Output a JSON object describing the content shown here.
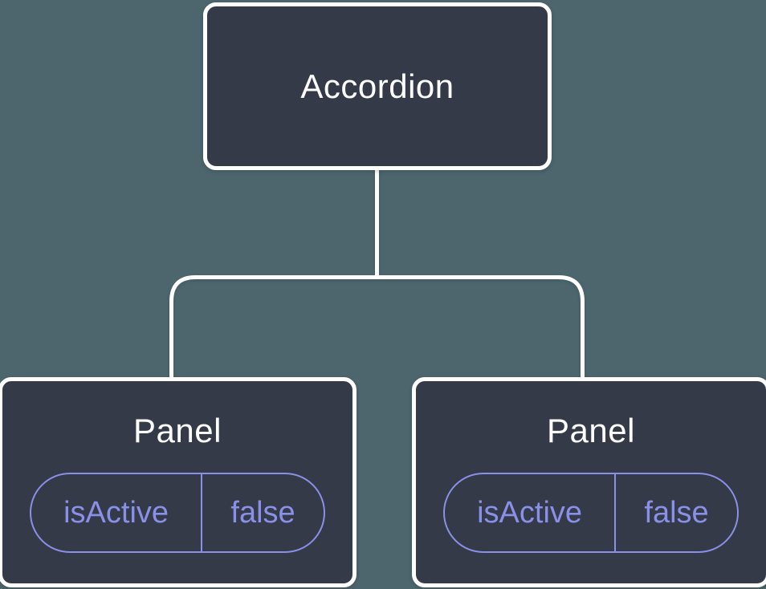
{
  "colors": {
    "background": "#4D666E",
    "node_fill": "#343A48",
    "node_border": "#FFFFFF",
    "node_text": "#FFFFFF",
    "accent_purple": "#8A90E8"
  },
  "diagram": {
    "type": "component-tree",
    "root": {
      "label": "Accordion"
    },
    "children": [
      {
        "label": "Panel",
        "state": {
          "name": "isActive",
          "value": "false"
        }
      },
      {
        "label": "Panel",
        "state": {
          "name": "isActive",
          "value": "false"
        }
      }
    ]
  }
}
